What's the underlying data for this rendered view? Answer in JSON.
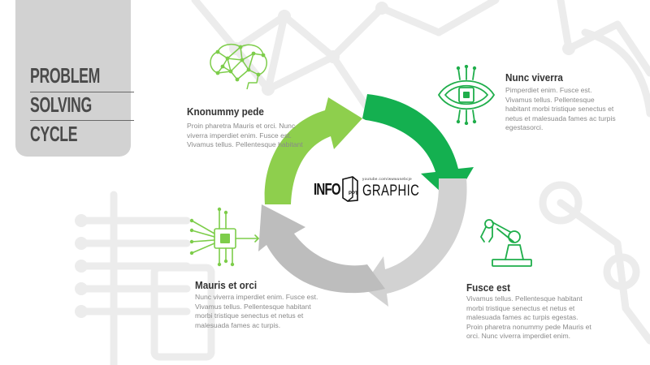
{
  "title": {
    "lines": [
      "PROBLEM",
      "SOLVING",
      "CYCLE"
    ]
  },
  "logo": {
    "left": "INFO",
    "badge": "PPT",
    "right": "GRAPHIC",
    "url": "youtube.com/wwwusebcje"
  },
  "steps": [
    {
      "heading": "Knonummy pede",
      "body": "Proin pharetra Mauris et orci. Nunc viverra imperdiet enim. Fusce est. Vivamus tellus. Pellentesque habitant",
      "icon": "brain-network-icon",
      "color": "#7dcd4a"
    },
    {
      "heading": "Nunc viverra",
      "body": "Pimperdiet enim. Fusce est. Vivamus tellus. Pellentesque habitant morbi tristique senectus et netus et malesuada fames ac turpis egestasorci.",
      "icon": "circuit-eye-icon",
      "color": "#1fae4b"
    },
    {
      "heading": "Fusce est",
      "body": "Vivamus tellus. Pellentesque habitant morbi tristique senectus et netus et malesuada fames ac turpis egestas. Proin pharetra nonummy pede Mauris et orci. Nunc viverra imperdiet enim.",
      "icon": "robot-arm-icon",
      "color": "#1fae4b"
    },
    {
      "heading": "Mauris et orci",
      "body": "Nunc viverra imperdiet enim. Fusce est. Vivamus tellus. Pellentesque habitant morbi tristique senectus et netus et malesuada fames ac turpis.",
      "icon": "microchip-icon",
      "color": "#7dcd4a"
    }
  ],
  "colors": {
    "light_green": "#8ecf4d",
    "dark_green": "#14b050",
    "light_gray": "#cfcfcf",
    "mid_gray": "#bdbdbd",
    "title_box": "#d2d2d2",
    "background_lines": "#ececec"
  }
}
